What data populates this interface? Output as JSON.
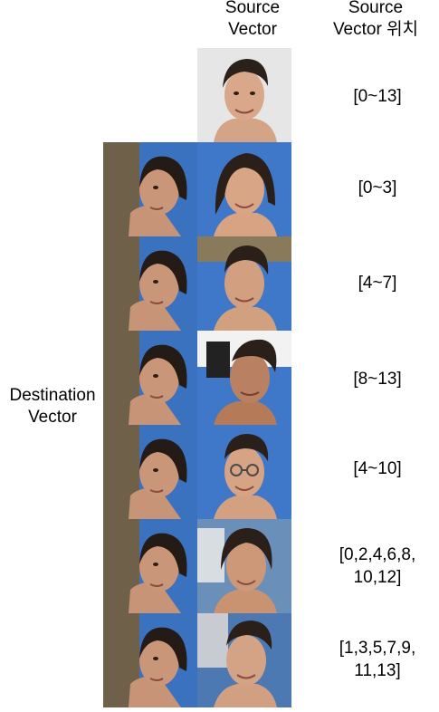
{
  "header": {
    "source_line1": "Source",
    "source_line2": "Vector",
    "position_line1": "Source",
    "position_line2": "Vector 위치"
  },
  "destination_label_line1": "Destination",
  "destination_label_line2": "Vector",
  "source_image": {
    "icon": "source-face-portrait"
  },
  "rows": [
    {
      "range_line1": "[0~13]",
      "range_line2": ""
    },
    {
      "range_line1": "[0~3]",
      "range_line2": ""
    },
    {
      "range_line1": "[4~7]",
      "range_line2": ""
    },
    {
      "range_line1": "[8~13]",
      "range_line2": ""
    },
    {
      "range_line1": "[4~10]",
      "range_line2": ""
    },
    {
      "range_line1": "[0,2,4,6,8,",
      "range_line2": "10,12]"
    },
    {
      "range_line1": "[1,3,5,7,9,",
      "range_line2": "11,13]"
    }
  ],
  "colors": {
    "blue_background": "#3f78c8",
    "light_background": "#e8e8e8",
    "skin": "#d7a383",
    "hair_dark": "#2a1f19"
  }
}
